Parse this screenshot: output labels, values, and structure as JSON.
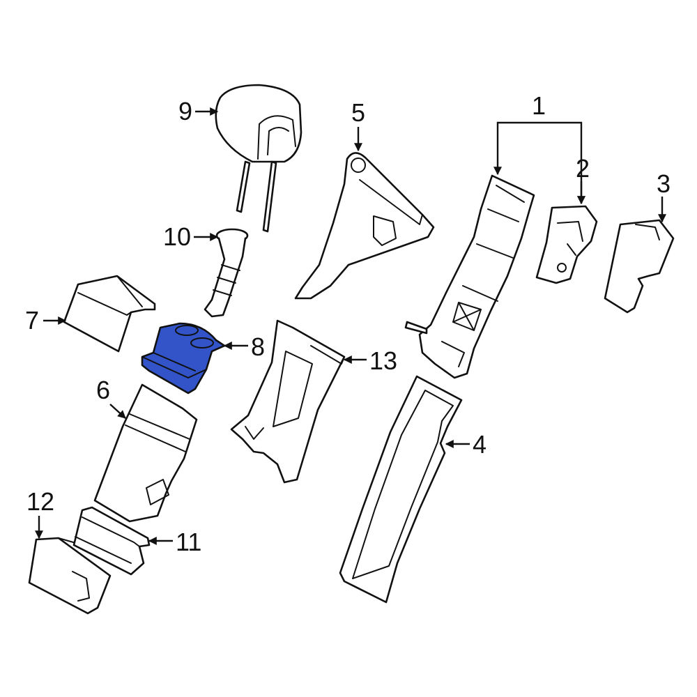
{
  "colors": {
    "highlight": "#3354c8",
    "outline": "#111111",
    "background": "#ffffff"
  },
  "highlighted_part": "8",
  "callouts": {
    "c1": "1",
    "c2": "2",
    "c3": "3",
    "c4": "4",
    "c5": "5",
    "c6": "6",
    "c7": "7",
    "c8": "8",
    "c9": "9",
    "c10": "10",
    "c11": "11",
    "c12": "12",
    "c13": "13"
  }
}
